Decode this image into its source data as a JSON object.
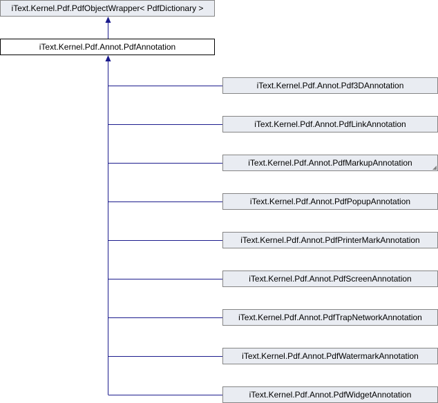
{
  "colors": {
    "edge": "#1a1a8c",
    "node_fill": "#e9ecf2",
    "node_border": "#848484",
    "current_fill": "#ffffff",
    "current_border": "#000000"
  },
  "diagram": {
    "parent": {
      "label": "iText.Kernel.Pdf.PdfObjectWrapper< PdfDictionary >"
    },
    "current": {
      "label": "iText.Kernel.Pdf.Annot.PdfAnnotation"
    },
    "children": [
      {
        "label": "iText.Kernel.Pdf.Annot.Pdf3DAnnotation",
        "has_more": false
      },
      {
        "label": "iText.Kernel.Pdf.Annot.PdfLinkAnnotation",
        "has_more": false
      },
      {
        "label": "iText.Kernel.Pdf.Annot.PdfMarkupAnnotation",
        "has_more": true
      },
      {
        "label": "iText.Kernel.Pdf.Annot.PdfPopupAnnotation",
        "has_more": false
      },
      {
        "label": "iText.Kernel.Pdf.Annot.PdfPrinterMarkAnnotation",
        "has_more": false
      },
      {
        "label": "iText.Kernel.Pdf.Annot.PdfScreenAnnotation",
        "has_more": false
      },
      {
        "label": "iText.Kernel.Pdf.Annot.PdfTrapNetworkAnnotation",
        "has_more": false
      },
      {
        "label": "iText.Kernel.Pdf.Annot.PdfWatermarkAnnotation",
        "has_more": false
      },
      {
        "label": "iText.Kernel.Pdf.Annot.PdfWidgetAnnotation",
        "has_more": false
      }
    ]
  }
}
